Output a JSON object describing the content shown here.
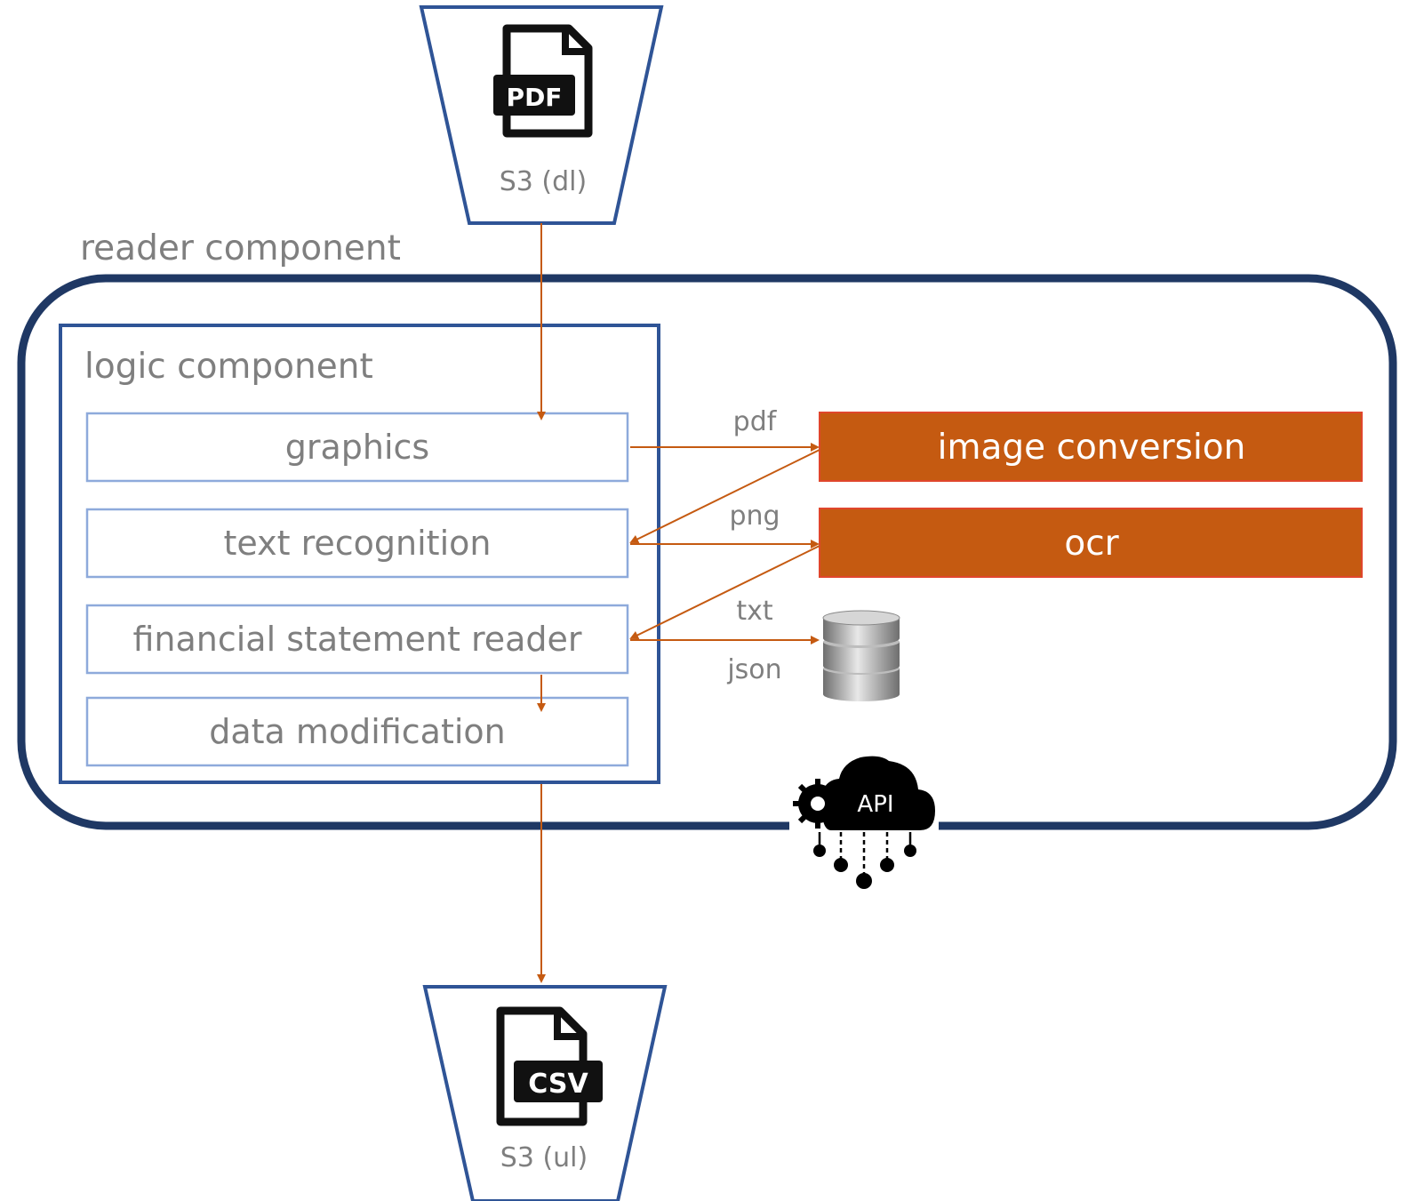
{
  "source_bucket": {
    "label": "S3 (dl)",
    "file_type": "PDF",
    "icon": "pdf-file-icon"
  },
  "target_bucket": {
    "label": "S3 (ul)",
    "file_type": "CSV",
    "icon": "csv-file-icon"
  },
  "reader_component": {
    "label": "reader component"
  },
  "logic_component": {
    "label": "logic component",
    "steps": [
      "graphics",
      "text recognition",
      "financial statement reader",
      "data modification"
    ]
  },
  "services": {
    "image_conversion": "image conversion",
    "ocr": "ocr",
    "storage_icon": "database-icon"
  },
  "edge_labels": {
    "pdf": "pdf",
    "png": "png",
    "txt": "txt",
    "json": "json"
  },
  "api": {
    "label": "API",
    "icon": "cloud-api-icon"
  },
  "colors": {
    "container_border": "#1f3864",
    "step_border": "#8eaadb",
    "service_fill": "#c55a11",
    "arrow": "#c55a11",
    "label_gray": "#7f7f7f"
  }
}
